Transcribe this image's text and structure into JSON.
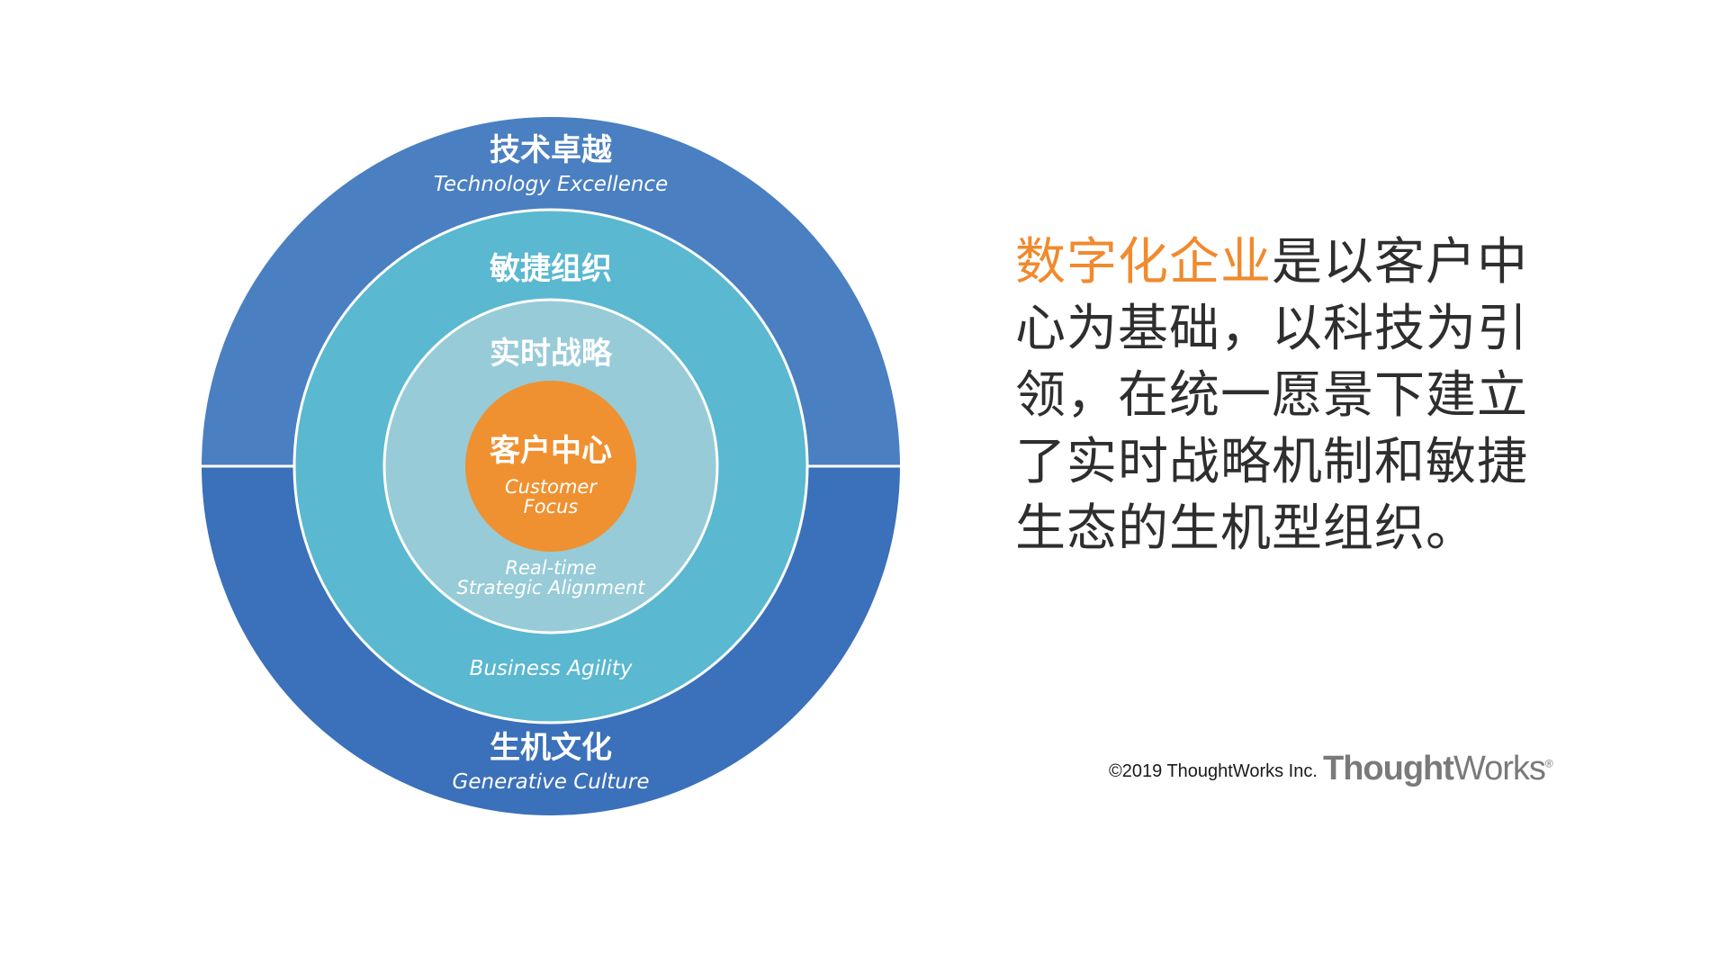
{
  "diagram": {
    "outer_ring": {
      "title_cn": "技术卓越",
      "title_en": "Technology Excellence",
      "bottom_title_cn": "生机文化",
      "bottom_title_en": "Generative Culture",
      "color_top": "#4a7fc1",
      "color_bottom": "#3b70ba"
    },
    "middle_ring": {
      "title_cn": "敏捷组织",
      "title_en": "Business Agility",
      "color": "#5ab8d0"
    },
    "inner_ring": {
      "title_cn": "实时战略",
      "title_en_line1": "Real-time",
      "title_en_line2": "Strategic Alignment",
      "color": "#97cbd8"
    },
    "core": {
      "title_cn": "客户中心",
      "title_en_line1": "Customer",
      "title_en_line2": "Focus",
      "color": "#ef9131"
    }
  },
  "statement": {
    "highlight": "数字化企业",
    "rest": "是以客户中心为基础，以科技为引领，在统一愿景下建立了实时战略机制和敏捷生态的生机型组织。",
    "highlight_color": "#f08a2e"
  },
  "footer": {
    "copyright": "©2019 ThoughtWorks Inc.",
    "logo_part1": "Thought",
    "logo_part2": "Works",
    "logo_mark": "®"
  }
}
